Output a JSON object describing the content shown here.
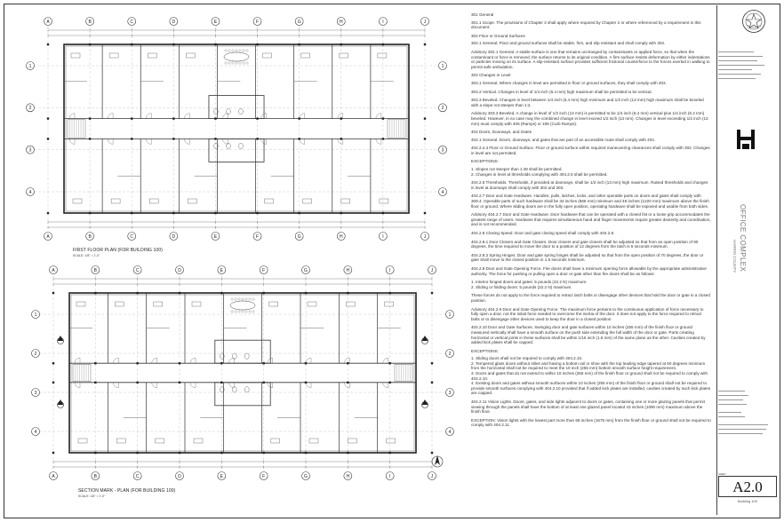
{
  "plans": [
    {
      "title": "FIRST FLOOR PLAN (FOR BUILDING 100)",
      "scale": "SCALE: 1/8\" = 1'-0\""
    },
    {
      "title": "SECTION MARK - PLAN (FOR BUILDING 100)",
      "scale": "SCALE: 1/8\" = 1'-0\""
    }
  ],
  "grid_letters": [
    "A",
    "B",
    "C",
    "D",
    "E",
    "F",
    "G",
    "H",
    "I",
    "J"
  ],
  "grid_numbers": [
    "1",
    "2",
    "3",
    "4"
  ],
  "sections": [
    {
      "title": "301 General",
      "body": ""
    },
    {
      "title": "",
      "body": "301.1 Scope. The provisions of Chapter 3 shall apply where required by Chapter 2 or where referenced by a requirement in this document."
    },
    {
      "title": "302 Floor or Ground Surfaces",
      "body": "302.1 General. Floor and ground surfaces shall be stable, firm, and slip resistant and shall comply with 302."
    },
    {
      "title": "",
      "body": "Advisory 302.1 General. A stable surface is one that remains unchanged by contaminants or applied force, so that when the contaminant or force is removed, the surface returns to its original condition. A firm surface resists deformation by either indentations or particles moving on its surface. A slip-resistant surface provides sufficient frictional counterforce to the forces exerted in walking to permit safe ambulation."
    },
    {
      "title": "303 Changes in Level",
      "body": ""
    },
    {
      "title": "",
      "body": "303.1 General. Where changes in level are permitted in floor or ground surfaces, they shall comply with 303."
    },
    {
      "title": "",
      "body": "303.2 Vertical. Changes in level of 1/4 inch (6.4 mm) high maximum shall be permitted to be vertical."
    },
    {
      "title": "",
      "body": "303.3 Beveled. Changes in level between 1/4 inch (6.4 mm) high minimum and 1/2 inch (13 mm) high maximum shall be beveled with a slope not steeper than 1:2."
    },
    {
      "title": "",
      "body": "Advisory 303.3 Beveled. A change in level of 1/2 inch (13 mm) is permitted to be 1/4 inch (6.4 mm) vertical plus 1/4 inch (6.4 mm) beveled. However, in no case may the combined change in level exceed 1/2 inch (13 mm). Changes in level exceeding 1/2 inch (13 mm) must comply with 405 (Ramps) or 406 (Curb Ramps)."
    },
    {
      "title": "404 Doors, Doorways, and Gates",
      "body": ""
    },
    {
      "title": "",
      "body": "404.1 General. Doors, doorways, and gates that are part of an accessible route shall comply with 404."
    },
    {
      "title": "",
      "body": "404.2.4.4 Floor or Ground Surface. Floor or ground surface within required maneuvering clearances shall comply with 302. Changes in level are not permitted."
    },
    {
      "title": "EXCEPTIONS:",
      "body": "1. Slopes not steeper than 1:48 shall be permitted.\n2. Changes in level at thresholds complying with 404.2.5 shall be permitted."
    },
    {
      "title": "",
      "body": "404.2.5 Thresholds. Thresholds, if provided at doorways, shall be 1/2 inch (13 mm) high maximum. Raised thresholds and changes in level at doorways shall comply with 302 and 303."
    },
    {
      "title": "",
      "body": "404.2.7 Door and Gate Hardware. Handles, pulls, latches, locks, and other operable parts on doors and gates shall comply with 309.4. Operable parts of such hardware shall be 34 inches (865 mm) minimum and 48 inches (1220 mm) maximum above the finish floor or ground. Where sliding doors are in the fully open position, operating hardware shall be exposed and usable from both sides."
    },
    {
      "title": "",
      "body": "Advisory 404.2.7 Door and Gate Hardware. Door hardware that can be operated with a closed fist or a loose grip accommodates the greatest range of users. Hardware that requires simultaneous hand and finger movements require greater dexterity and coordination, and is not recommended."
    },
    {
      "title": "",
      "body": "404.2.8 Closing Speed. Door and gate closing speed shall comply with 404.2.8."
    },
    {
      "title": "",
      "body": "404.2.8.1 Door Closers and Gate Closers. Door closers and gate closers shall be adjusted so that from an open position of 90 degrees, the time required to move the door to a position of 12 degrees from the latch is 5 seconds minimum."
    },
    {
      "title": "",
      "body": "404.2.8.2 Spring Hinges. Door and gate spring hinges shall be adjusted so that from the open position of 70 degrees, the door or gate shall move to the closed position in 1.5 seconds minimum."
    },
    {
      "title": "",
      "body": "404.2.9 Door and Gate Opening Force. Fire doors shall have a minimum opening force allowable by the appropriate administrative authority. The force for pushing or pulling open a door or gate other than fire doors shall be as follows:"
    },
    {
      "title": "",
      "body": "1. Interior hinged doors and gates: 5 pounds (22.2 N) maximum.\n2. Sliding or folding doors: 5 pounds (22.2 N) maximum."
    },
    {
      "title": "",
      "body": "These forces do not apply to the force required to retract latch bolts or disengage other devices that hold the door or gate in a closed position."
    },
    {
      "title": "",
      "body": "Advisory 404.2.9 Door and Gate Opening Force. The maximum force pertains to the continuous application of force necessary to fully open a door, not the initial force needed to overcome the inertia of the door. It does not apply to the force required to retract bolts or to disengage other devices used to keep the door in a closed position."
    },
    {
      "title": "",
      "body": "404.2.10 Door and Gate Surfaces. Swinging door and gate surfaces within 10 inches (255 mm) of the finish floor or ground measured vertically shall have a smooth surface on the push side extending the full width of the door or gate. Parts creating horizontal or vertical joints in these surfaces shall be within 1/16 inch (1.6 mm) of the same plane as the other. Cavities created by added kick plates shall be capped."
    },
    {
      "title": "EXCEPTIONS:",
      "body": "1. Sliding doors shall not be required to comply with 404.2.10.\n2. Tempered glass doors without stiles and having a bottom rail or shoe with the top leading edge tapered at 60 degrees minimum from the horizontal shall not be required to meet the 10 inch (255 mm) bottom smooth surface height requirement.\n3. Doors and gates that do not extend to within 10 inches (255 mm) of the finish floor or ground shall not be required to comply with 404.2.10.\n4. Existing doors and gates without smooth surfaces within 10 inches (255 mm) of the finish floor or ground shall not be required to provide smooth surfaces complying with 404.2.10 provided that if added kick plates are installed, cavities created by such kick plates are capped."
    },
    {
      "title": "",
      "body": "404.2.11 Vision Lights. Doors, gates, and side lights adjacent to doors or gates, containing one or more glazing panels that permit viewing through the panels shall have the bottom of at least one glazed panel located 43 inches (1090 mm) maximum above the finish floor."
    },
    {
      "title": "",
      "body": "EXCEPTION: Vision lights with the lowest part more than 66 inches (1675 mm) from the finish floor or ground shall not be required to comply with 404.2.11."
    }
  ],
  "title_block": {
    "project": "OFFICE COMPLEX",
    "county": "HARRIS COUNTY",
    "sheet_label": "SHEET:",
    "sheet_number": "A2.0",
    "building": "Building 100"
  },
  "colors": {
    "line": "#333333",
    "light_line": "#777777",
    "hatch": "#9a9a9a"
  }
}
